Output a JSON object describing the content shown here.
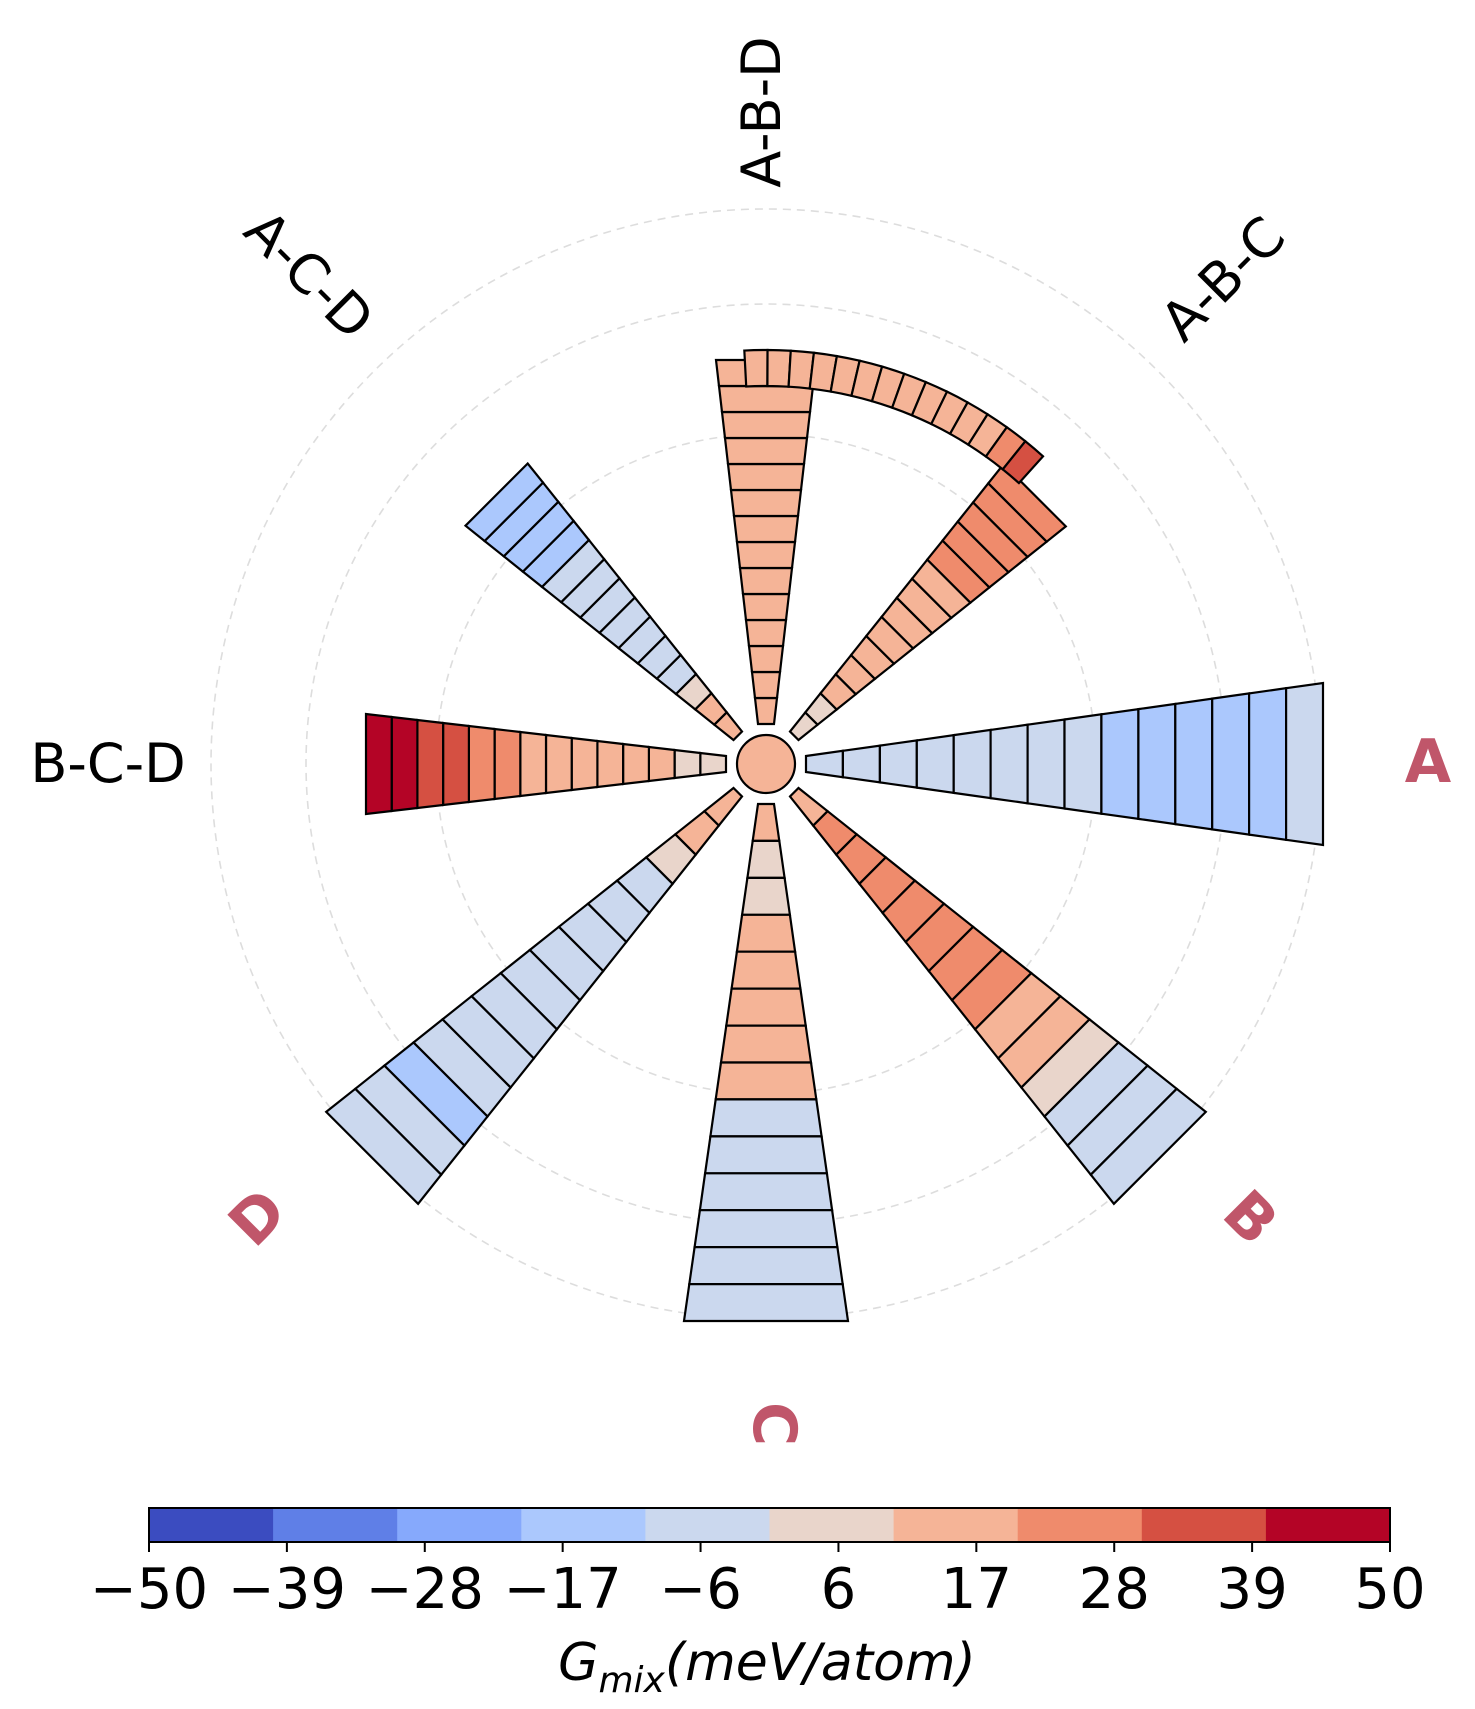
{
  "chart_data": {
    "type": "radial-segmented-bar",
    "binary_arms": [
      {
        "label": "A",
        "composition_steps": 14,
        "g_mix": [
          -2,
          -3,
          -4,
          -5,
          -10,
          -10,
          -10,
          -10,
          -11,
          -11,
          -12,
          -12,
          -13,
          -4
        ]
      },
      {
        "label": "B",
        "composition_steps": 14,
        "g_mix": [
          16,
          20,
          22,
          23,
          24,
          25,
          25,
          26,
          15,
          10,
          5,
          -3,
          -3,
          -4
        ]
      },
      {
        "label": "C",
        "composition_steps": 14,
        "g_mix": [
          10,
          8,
          9,
          10,
          11,
          12,
          13,
          14,
          -2,
          -3,
          -3,
          -3,
          -3,
          -3
        ]
      },
      {
        "label": "D",
        "composition_steps": 14,
        "g_mix": [
          10,
          12,
          4,
          -2,
          -3,
          -3,
          -3,
          -3,
          -4,
          -4,
          -5,
          -16,
          -4,
          -3
        ]
      }
    ],
    "ternary_arms": [
      {
        "label": "A-B-C",
        "composition_steps": 14,
        "g_mix": [
          8,
          9,
          10,
          11,
          12,
          13,
          14,
          15,
          16,
          20,
          22,
          24,
          26,
          28
        ]
      },
      {
        "label": "A-B-D",
        "composition_steps": 14,
        "g_mix": [
          10,
          10,
          10,
          10,
          10,
          10,
          10,
          10,
          10,
          10,
          10,
          10,
          10,
          10
        ]
      },
      {
        "label": "A-C-D",
        "composition_steps": 14,
        "g_mix": [
          12,
          14,
          5,
          -2,
          -3,
          -4,
          -6,
          -8,
          -10,
          -10,
          -12,
          -14,
          -15,
          -15
        ]
      },
      {
        "label": "B-C-D",
        "composition_steps": 14,
        "g_mix": [
          8,
          9,
          10,
          11,
          12,
          14,
          16,
          19,
          22,
          25,
          30,
          36,
          45,
          49
        ]
      }
    ],
    "outer_arc": {
      "label": "A-B-C",
      "g_mix": [
        10,
        10,
        10,
        10,
        10,
        10,
        10,
        10,
        10,
        10,
        10,
        14,
        22,
        30
      ]
    },
    "center_value": 10,
    "colorbar": {
      "label_main": "G",
      "label_sub": "mix",
      "label_unit": "(meV/atom)",
      "range": [
        -50,
        50
      ],
      "ticks": [
        "−50",
        "−39",
        "−28",
        "−17",
        "−6",
        "6",
        "17",
        "28",
        "39",
        "50"
      ],
      "colors": [
        "#3b4cc0",
        "#5f7fe7",
        "#86a9fc",
        "#abc8fd",
        "#cbd8ee",
        "#e9d5cb",
        "#f5b497",
        "#ef8b6c",
        "#d55042",
        "#b40426"
      ]
    },
    "grid": true
  }
}
